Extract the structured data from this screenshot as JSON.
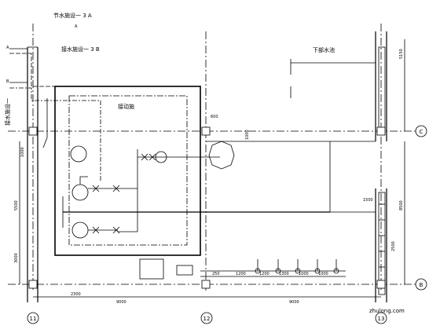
{
  "labels": {
    "supply_top": "节水施设一 3 A",
    "supply_b": "接水施设一 3 B",
    "pump_house": "接动施",
    "underground_pool": "下部水池",
    "left_vertical": "接水施设一",
    "small_a": "A",
    "small_a2": "A",
    "small_b": "B"
  },
  "axes": {
    "a11": "11",
    "a12": "12",
    "a13": "13",
    "aC": "C",
    "aB": "B"
  },
  "dims": {
    "d2300": "2300",
    "d9000a": "9000",
    "d9000b": "9000",
    "d5500": "5500",
    "d3000": "3000",
    "d8500": "8500",
    "d5150": "5150",
    "d2500": "2500",
    "d600": "600",
    "d1500": "1500",
    "d250": "250",
    "d1200a": "1200",
    "d1200b": "1200",
    "d1300": "1300",
    "d1000a": "1000",
    "d1000b": "1000",
    "d1000c": "1000",
    "d1000d": "1000"
  },
  "watermark": "zhulong.com"
}
